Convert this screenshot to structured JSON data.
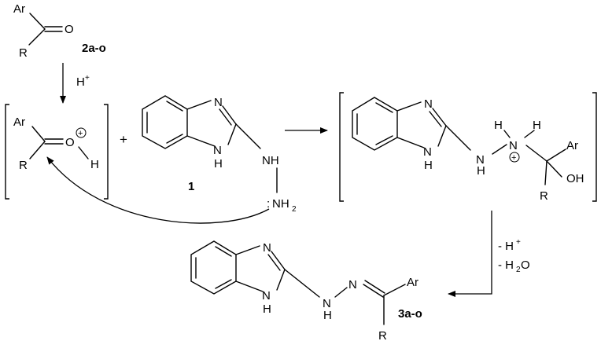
{
  "reactant_ketone": {
    "label_compound": "2a-o",
    "atom_ar": "Ar",
    "atom_r": "R",
    "atom_o": "O"
  },
  "acid_catalyst": {
    "label": "H",
    "charge": "+"
  },
  "protonated_carbonyl": {
    "atom_ar": "Ar",
    "atom_r": "R",
    "atom_o": "O",
    "atom_h": "H",
    "charge": "+"
  },
  "plus_sign": "+",
  "hydrazine_compound": {
    "label_compound": "1",
    "atom_n": "N",
    "atom_nh_ring": "N",
    "atom_h_ring": "H",
    "atom_nh_chain": "NH",
    "atom_nh2": "NH",
    "sub_2": "2",
    "lone_pair": ":"
  },
  "intermediate": {
    "atom_n": "N",
    "atom_nh_ring": "N",
    "atom_h_ring": "H",
    "atom_n_chain": "N",
    "atom_h_chain": "H",
    "atom_n_plus": "N",
    "atom_h_top_left": "H",
    "atom_h_top_right": "H",
    "charge": "+",
    "atom_ar": "Ar",
    "atom_oh": "OH",
    "atom_r": "R"
  },
  "elimination": {
    "line1_prefix": "- H",
    "line1_charge": "+",
    "line2_prefix": "- H",
    "line2_sub": "2",
    "line2_suffix": "O"
  },
  "product": {
    "label_compound": "3a-o",
    "atom_n": "N",
    "atom_nh_ring": "N",
    "atom_h_ring": "H",
    "atom_n_chain": "N",
    "atom_h_chain": "H",
    "atom_n_imine": "N",
    "atom_ar": "Ar",
    "atom_r": "R"
  }
}
